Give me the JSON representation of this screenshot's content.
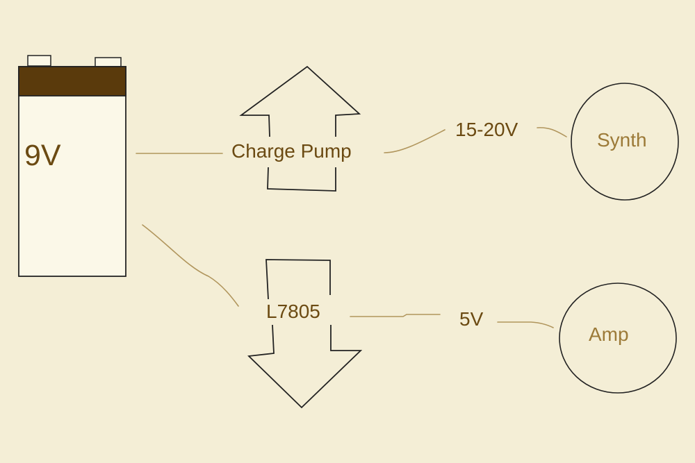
{
  "colors": {
    "background": "#f4eed6",
    "battery_cap": "#5a3a0c",
    "outline": "#222222",
    "wire": "#b0955c",
    "label_dark": "#6b4a12",
    "label_gold": "#9c7a38"
  },
  "battery": {
    "label": "9V"
  },
  "upper_path": {
    "converter_label": "Charge Pump",
    "converter_direction": "up",
    "voltage_label": "15-20V",
    "load_label": "Synth"
  },
  "lower_path": {
    "converter_label": "L7805",
    "converter_direction": "down",
    "voltage_label": "5V",
    "load_label": "Amp"
  }
}
